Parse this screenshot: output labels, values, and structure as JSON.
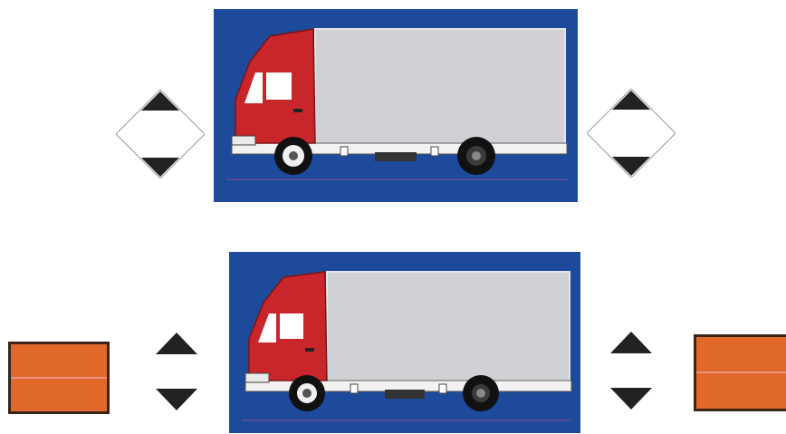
{
  "colors": {
    "panel_blue": "#1d4a9a",
    "cab_red": "#c8262a",
    "box_gray": "#cfd1d4",
    "marker_black": "#222222",
    "plate_orange": "#e0692a",
    "plate_border": "#3a2418"
  },
  "illustrations": {
    "top": {
      "subject": "truck",
      "sign_type": "diamond-marker"
    },
    "bottom": {
      "subject": "truck",
      "sign_type": "orange-plate"
    }
  },
  "icons": {
    "diamond_marker": "diamond-arrow-icon",
    "arrow_up": "triangle-up-icon",
    "arrow_down": "triangle-down-icon",
    "orange_plate": "orange-plate-icon"
  }
}
